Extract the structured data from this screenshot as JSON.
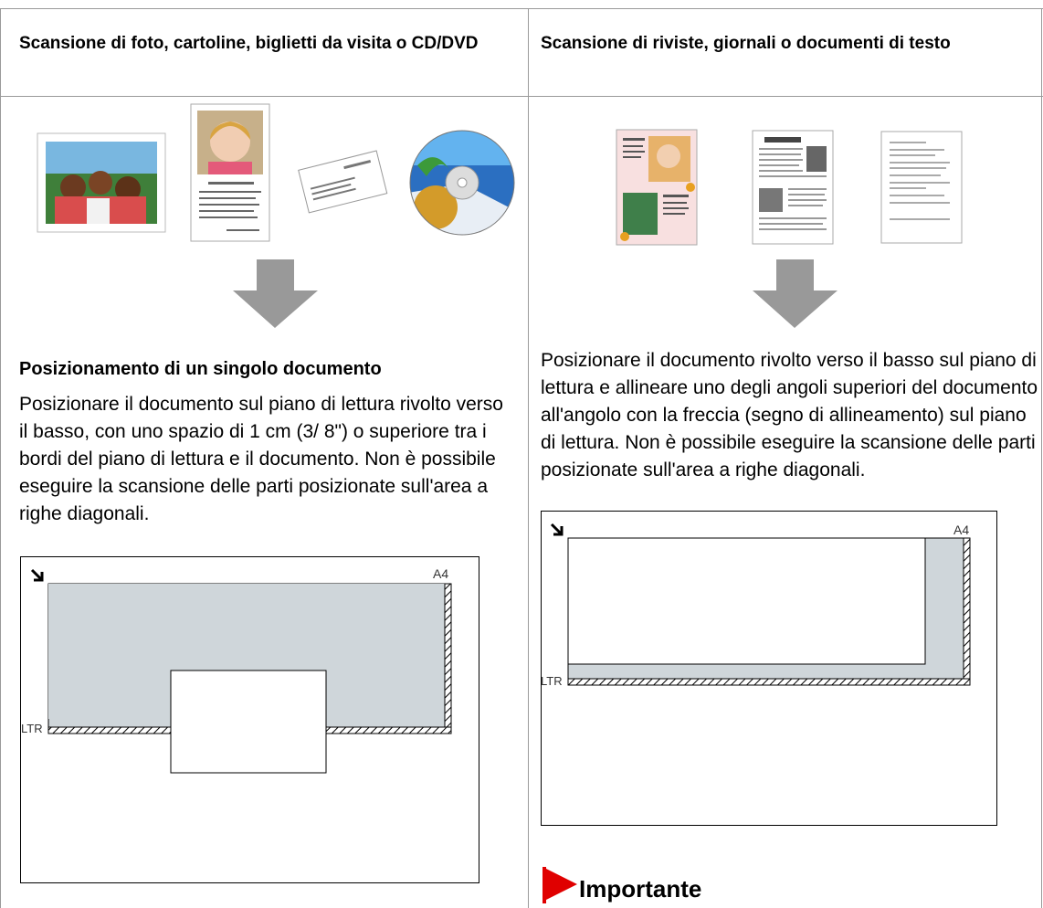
{
  "left_column": {
    "header": "Scansione di foto, cartoline, biglietti da visita o CD/DVD",
    "section_title": "Posizionamento di un singolo documento",
    "body": "Posizionare il documento sul piano di lettura rivolto verso il basso, con uno spazio di 1 cm (3/ 8\") o superiore tra i bordi del piano di lettura e il documento. Non è possibile eseguire la scansione delle parti posizionate sull'area a righe diagonali.",
    "diagram": {
      "label_top": "A4",
      "label_bottom": "LTR"
    }
  },
  "right_column": {
    "header": "Scansione di riviste, giornali o documenti di testo",
    "body": "Posizionare il documento rivolto verso il basso sul piano di lettura e allineare uno degli angoli superiori del documento all'angolo con la freccia (segno di allineamento) sul piano di lettura. Non è possibile eseguire la scansione delle parti posizionate sull'area a righe diagonali.",
    "diagram": {
      "label_top": "A4",
      "label_bottom": "LTR"
    },
    "important_label": "Importante"
  },
  "colors": {
    "border": "#9a9a9a",
    "platen_gray": "#cfd6da",
    "arrow_gray": "#999999",
    "flag_red": "#e00000"
  }
}
